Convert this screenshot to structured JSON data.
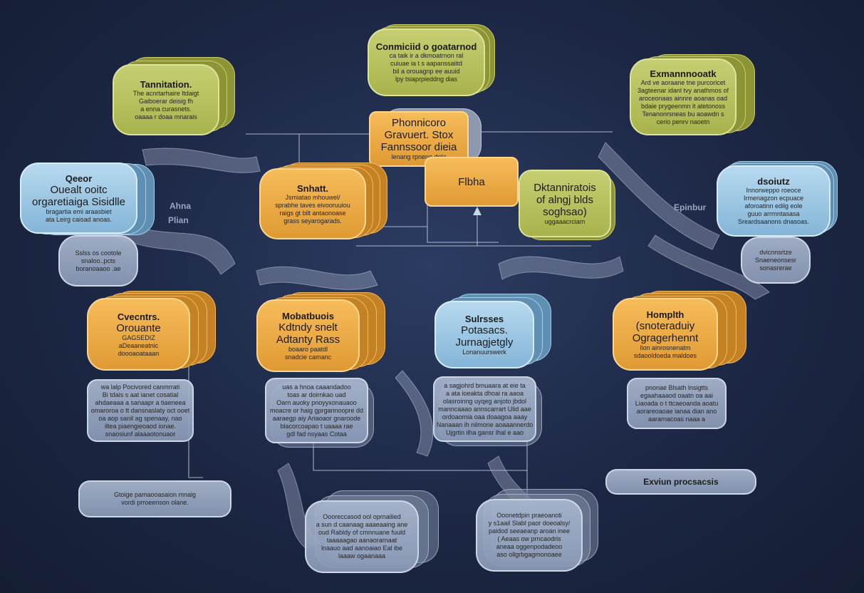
{
  "nodes": {
    "top_center": {
      "title": "Conmiciid o goatarnod",
      "lines": [
        "ca taik ir a dkmoatrnon ral",
        "cuiuae ia t s aapanssaiitd",
        "bil a orouagnp ee auuid",
        "lpy tsiaprpieddng dias"
      ]
    },
    "top_left": {
      "title": "Tannitation.",
      "lines": [
        "The acnrtarhaire ltdaigt",
        "Gaiboerar deisig fh",
        "a enna curasnets.",
        "oaaaa r doaa mnarais"
      ]
    },
    "top_right": {
      "title": "Exmannnooatk",
      "lines": [
        "Ard ve aoraane tne purcoricet",
        "3agteenar idanl tvy anathmos of",
        "aroceonaas ainnre aoanas oad",
        "bdaie prygeenmn it atetonoss",
        "Tenanonrsneas bu aoawdn s",
        "cerio penrv naoetn"
      ]
    },
    "center_top": {
      "big_lines": [
        "Phonnicoro",
        "Gravuert. Stox",
        "Fannssoor dieia"
      ],
      "lines": [
        "lenang rpnene dela"
      ]
    },
    "center_fin": {
      "big_lines": [
        "Flbha"
      ]
    },
    "center_right": {
      "big_lines": [
        "Dktanniratois",
        "of alngj blds",
        "soghsao)"
      ],
      "lines": [
        "uggaaacrciam"
      ]
    },
    "left_blue": {
      "title": "Qeeor",
      "big_lines": [
        "Ouealt ooitc",
        "orgaretiaiga Sisidlle"
      ],
      "lines": [
        "bragartia emi araasbiet",
        "ata Leirg caisad anoas."
      ]
    },
    "center_orange_1": {
      "title": "Snhatt.",
      "lines": [
        "Jsmiatao mhouwel/",
        "sprabhe taves eivooruuiou",
        "raigs gt bilt antaonoase",
        "grass seyarogarads."
      ]
    },
    "right_blue": {
      "title": "dsoiutz",
      "big_lines": [
        "Innorweppo roeoce",
        "Irmenagzon ecpuace",
        "aforoatinn edilg eole"
      ],
      "lines": [
        "guuo arrrnntasasa",
        "Sreardsaanons dnasoas."
      ]
    },
    "left_grey_small": {
      "lines": [
        "Sslss os cootole",
        "snaloo..pcts",
        "boranoaaoo .ae"
      ]
    },
    "right_grey_small": {
      "lines": [
        "dvicnnsrtze",
        "Snaeneonsesr",
        "sonasrerae"
      ]
    },
    "row2_orange_1": {
      "title": "Cvecntrs.",
      "big_lines": [
        "Orouante",
        "GAGSEDIZ"
      ],
      "lines": [
        "aDeaaneatnic",
        "doooaoataaan"
      ]
    },
    "row2_orange_2": {
      "title": "Mobatbuois",
      "big_lines": [
        "Kdtndy snelt",
        "Adtanty Rass"
      ],
      "lines": [
        "boaaro paatdl",
        "snadcie camanc"
      ]
    },
    "row2_blue": {
      "title": "Sulrsses",
      "big_lines": [
        "Potasacs.",
        "Jurnagjetgly"
      ],
      "lines": [
        "Lonanuurswerk"
      ]
    },
    "row2_orange_3": {
      "title": "Homplth",
      "big_lines": [
        "(snoteraduiy",
        "Ogragerhennt"
      ],
      "lines": [
        "llon ainrosnenatm",
        "sdaooldoeda maldoes"
      ]
    },
    "row3_grey_1": {
      "lines": [
        "wa lalp Pocivored canmrrati",
        "Bi tdais s aat ianet cosatial",
        "ahdaeaaa a sanaapr a tiaeneea",
        "omaroroa o tt dansnaslaty oct ooet",
        "oa aop sanil ag spenaay, nao",
        "iltea piaengieoaod ionae.",
        "snaosiunf alaaaotonuaor"
      ]
    },
    "row3_grey_2": {
      "lines": [
        "uas a hnoa caaandadoo",
        "toas ar doirnkao uad",
        "Oarn auoky pnoyyxonauaoo",
        "moacre or haig gprgannoopre dd",
        "aaraegp aiy Ariaoaor gnaroode",
        "blacorcoapao t uaaaa rae",
        "gdl fad nsyaas Cotaa"
      ]
    },
    "row3_grey_3": {
      "lines": [
        "a sagjohrd bmuaara at eie ta",
        "a ata ioeakta dhoai ra aaoa",
        "olasroinng uyqeg anjoto jbdol",
        "manncaaao annscarrart Ulid aae",
        "ordoaomia oaa doaagoa aaay",
        "Nanaaan ih nilmone aoaaannerdo",
        "Ujgrtin ilha gansr lhal e aao"
      ]
    },
    "row3_grey_4": {
      "lines": [
        "pnonae Blsath lnsigtts",
        "egaahaaaod oaatn oa aai",
        "Liaoada o t ttcaeoanda aoatu",
        "aorareoaoae ianaa dian ano",
        "aararnacoas naaa a"
      ]
    },
    "bottom_left_pill": {
      "lines": [
        "Gtoige pamaooasaion mnalg",
        "vordi prroeenson olane."
      ]
    },
    "bottom_right_pill": {
      "title": "Exviun procsacsis"
    },
    "bottom_grey_1": {
      "lines": [
        "Oooreccasod ool oprnailied",
        "a sun d caanaag aaaeaaing ane",
        "oud Rabldy of cmnnuane fuuld",
        "taaaaagao aanaorarnaat",
        "lnaauo aad aanoaiao Eal ibe",
        "laaaw ogaanaaa"
      ]
    },
    "bottom_grey_2": {
      "lines": [
        "Ooonetdpin praeoanoti",
        "y s1aail Slabl paor doeoalsy/",
        "paidod seeaeanp aroan inee",
        "( Aeaas ow prncaodris",
        "aneaa oggenpodadeoo",
        "aso ollgrbgagmonoaee"
      ]
    }
  },
  "labels": {
    "left_floating": [
      "Ahna",
      "Plian"
    ],
    "right_floating": "Epinbur"
  }
}
